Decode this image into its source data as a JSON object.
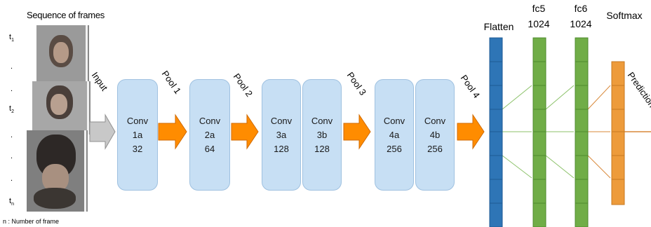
{
  "frames": {
    "title": "Sequence of frames",
    "time_labels": [
      "t",
      ".",
      ".",
      "t",
      ".",
      ".",
      ".",
      "t"
    ],
    "time_subscripts": [
      "1",
      "",
      "",
      "2",
      "",
      "",
      "",
      "n"
    ],
    "footnote": "n : Number of frame"
  },
  "flow_labels": {
    "input": "Input",
    "pool1": "Pool 1",
    "pool2": "Pool 2",
    "pool3": "Pool 3",
    "pool4": "Pool 4",
    "prediction": "Prediction"
  },
  "conv_blocks": [
    {
      "name": "Conv",
      "id": "1a",
      "filters": "32"
    },
    {
      "name": "Conv",
      "id": "2a",
      "filters": "64"
    },
    {
      "name": "Conv",
      "id": "3a",
      "filters": "128"
    },
    {
      "name": "Conv",
      "id": "3b",
      "filters": "128"
    },
    {
      "name": "Conv",
      "id": "4a",
      "filters": "256"
    },
    {
      "name": "Conv",
      "id": "4b",
      "filters": "256"
    }
  ],
  "dense_layers": {
    "flatten": "Flatten",
    "fc5_name": "fc5",
    "fc5_units": "1024",
    "fc6_name": "fc6",
    "fc6_units": "1024",
    "softmax": "Softmax"
  },
  "colors": {
    "conv_fill": "#c7dff4",
    "pool_arrow": "#ff8c00",
    "input_arrow": "#c8c8c8",
    "flatten": "#2e75b6",
    "fc": "#70ad47",
    "softmax": "#ed9b3b"
  }
}
